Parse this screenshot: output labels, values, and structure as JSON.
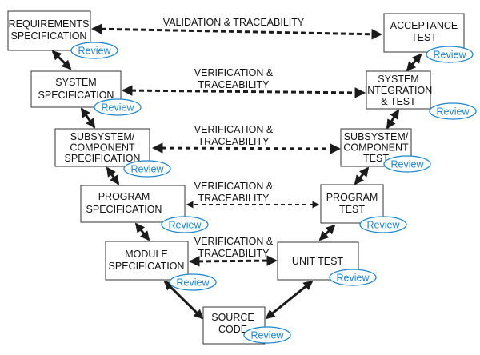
{
  "review_label": "Review",
  "boxes": {
    "requirements": [
      "REQUIREMENTS",
      "SPECIFICATION"
    ],
    "system_spec": [
      "SYSTEM",
      "SPECIFICATION"
    ],
    "subsystem_spec": [
      "SUBSYSTEM/",
      "COMPONENT",
      "SPECIFICATION"
    ],
    "program_spec": [
      "PROGRAM",
      "SPECIFICATION"
    ],
    "module_spec": [
      "MODULE",
      "SPECIFICATION"
    ],
    "source_code": [
      "SOURCE",
      "CODE"
    ],
    "unit_test": [
      "UNIT TEST"
    ],
    "program_test": [
      "PROGRAM",
      "TEST"
    ],
    "subsystem_test": [
      "SUBSYSTEM/",
      "COMPONENT",
      "TEST"
    ],
    "system_test": [
      "SYSTEM",
      "INTEGRATION",
      "& TEST"
    ],
    "acceptance": [
      "ACCEPTANCE",
      "TEST"
    ]
  },
  "relations": {
    "validation": [
      "VALIDATION & TRACEABILITY"
    ],
    "verification": [
      "VERIFICATION &",
      "TRACEABILITY"
    ]
  }
}
